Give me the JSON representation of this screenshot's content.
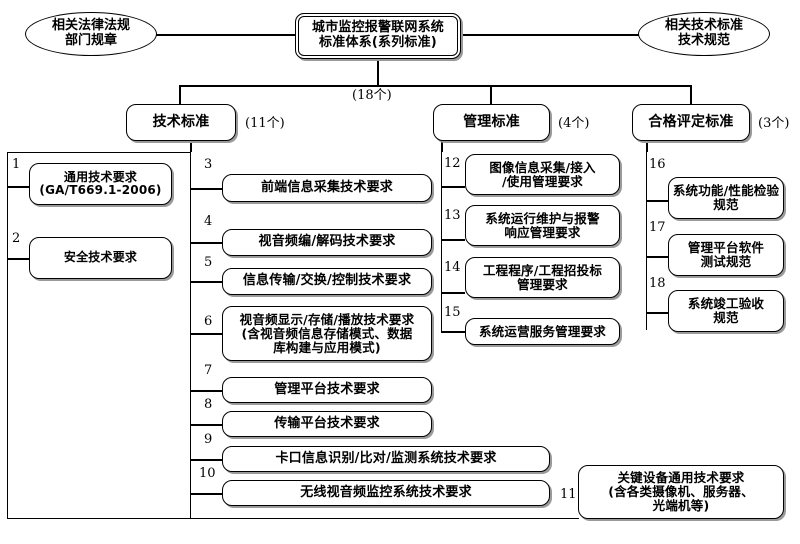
{
  "diagram": {
    "title_box": {
      "label": "城市监控报警联网系统\n标准体系(系列标准)",
      "count": "(18个)"
    },
    "side_ellipses": [
      {
        "id": "left",
        "label": "相关法律法规\n部门规章"
      },
      {
        "id": "right",
        "label": "相关技术标准\n技术规范"
      }
    ],
    "categories": [
      {
        "id": "technical",
        "label": "技术标准",
        "count": "(11个)"
      },
      {
        "id": "management",
        "label": "管理标准",
        "count": "(4个)"
      },
      {
        "id": "conformity",
        "label": "合格评定标准",
        "count": "(3个)"
      }
    ],
    "items": {
      "left_pair": [
        {
          "num": "1",
          "label": "通用技术要求\n(GA/T669.1-2006)"
        },
        {
          "num": "2",
          "label": "安全技术要求"
        }
      ],
      "technical": [
        {
          "num": "3",
          "label": "前端信息采集技术要求"
        },
        {
          "num": "4",
          "label": "视音频编/解码技术要求"
        },
        {
          "num": "5",
          "label": "信息传输/交换/控制技术要求"
        },
        {
          "num": "6",
          "label": "视音频显示/存储/播放技术要求\n(含视音频信息存储模式、数据\n库构建与应用模式)"
        },
        {
          "num": "7",
          "label": "管理平台技术要求"
        },
        {
          "num": "8",
          "label": "传输平台技术要求"
        },
        {
          "num": "9",
          "label": "卡口信息识别/比对/监测系统技术要求"
        },
        {
          "num": "10",
          "label": "无线视音频监控系统技术要求"
        },
        {
          "num": "11",
          "label": "关键设备通用技术要求\n(含各类摄像机、服务器、\n光端机等)"
        }
      ],
      "management": [
        {
          "num": "12",
          "label": "图像信息采集/接入\n/使用管理要求"
        },
        {
          "num": "13",
          "label": "系统运行维护与报警\n响应管理要求"
        },
        {
          "num": "14",
          "label": "工程程序/工程招投标\n管理要求"
        },
        {
          "num": "15",
          "label": "系统运营服务管理要求"
        }
      ],
      "conformity": [
        {
          "num": "16",
          "label": "系统功能/性能检验\n规范"
        },
        {
          "num": "17",
          "label": "管理平台软件\n测试规范"
        },
        {
          "num": "18",
          "label": "系统竣工验收\n规范"
        }
      ]
    },
    "colors": {
      "line": "#000000",
      "box_fill": "#ffffff",
      "box_border": "#000000",
      "shadow": "#9a9a9a"
    }
  }
}
